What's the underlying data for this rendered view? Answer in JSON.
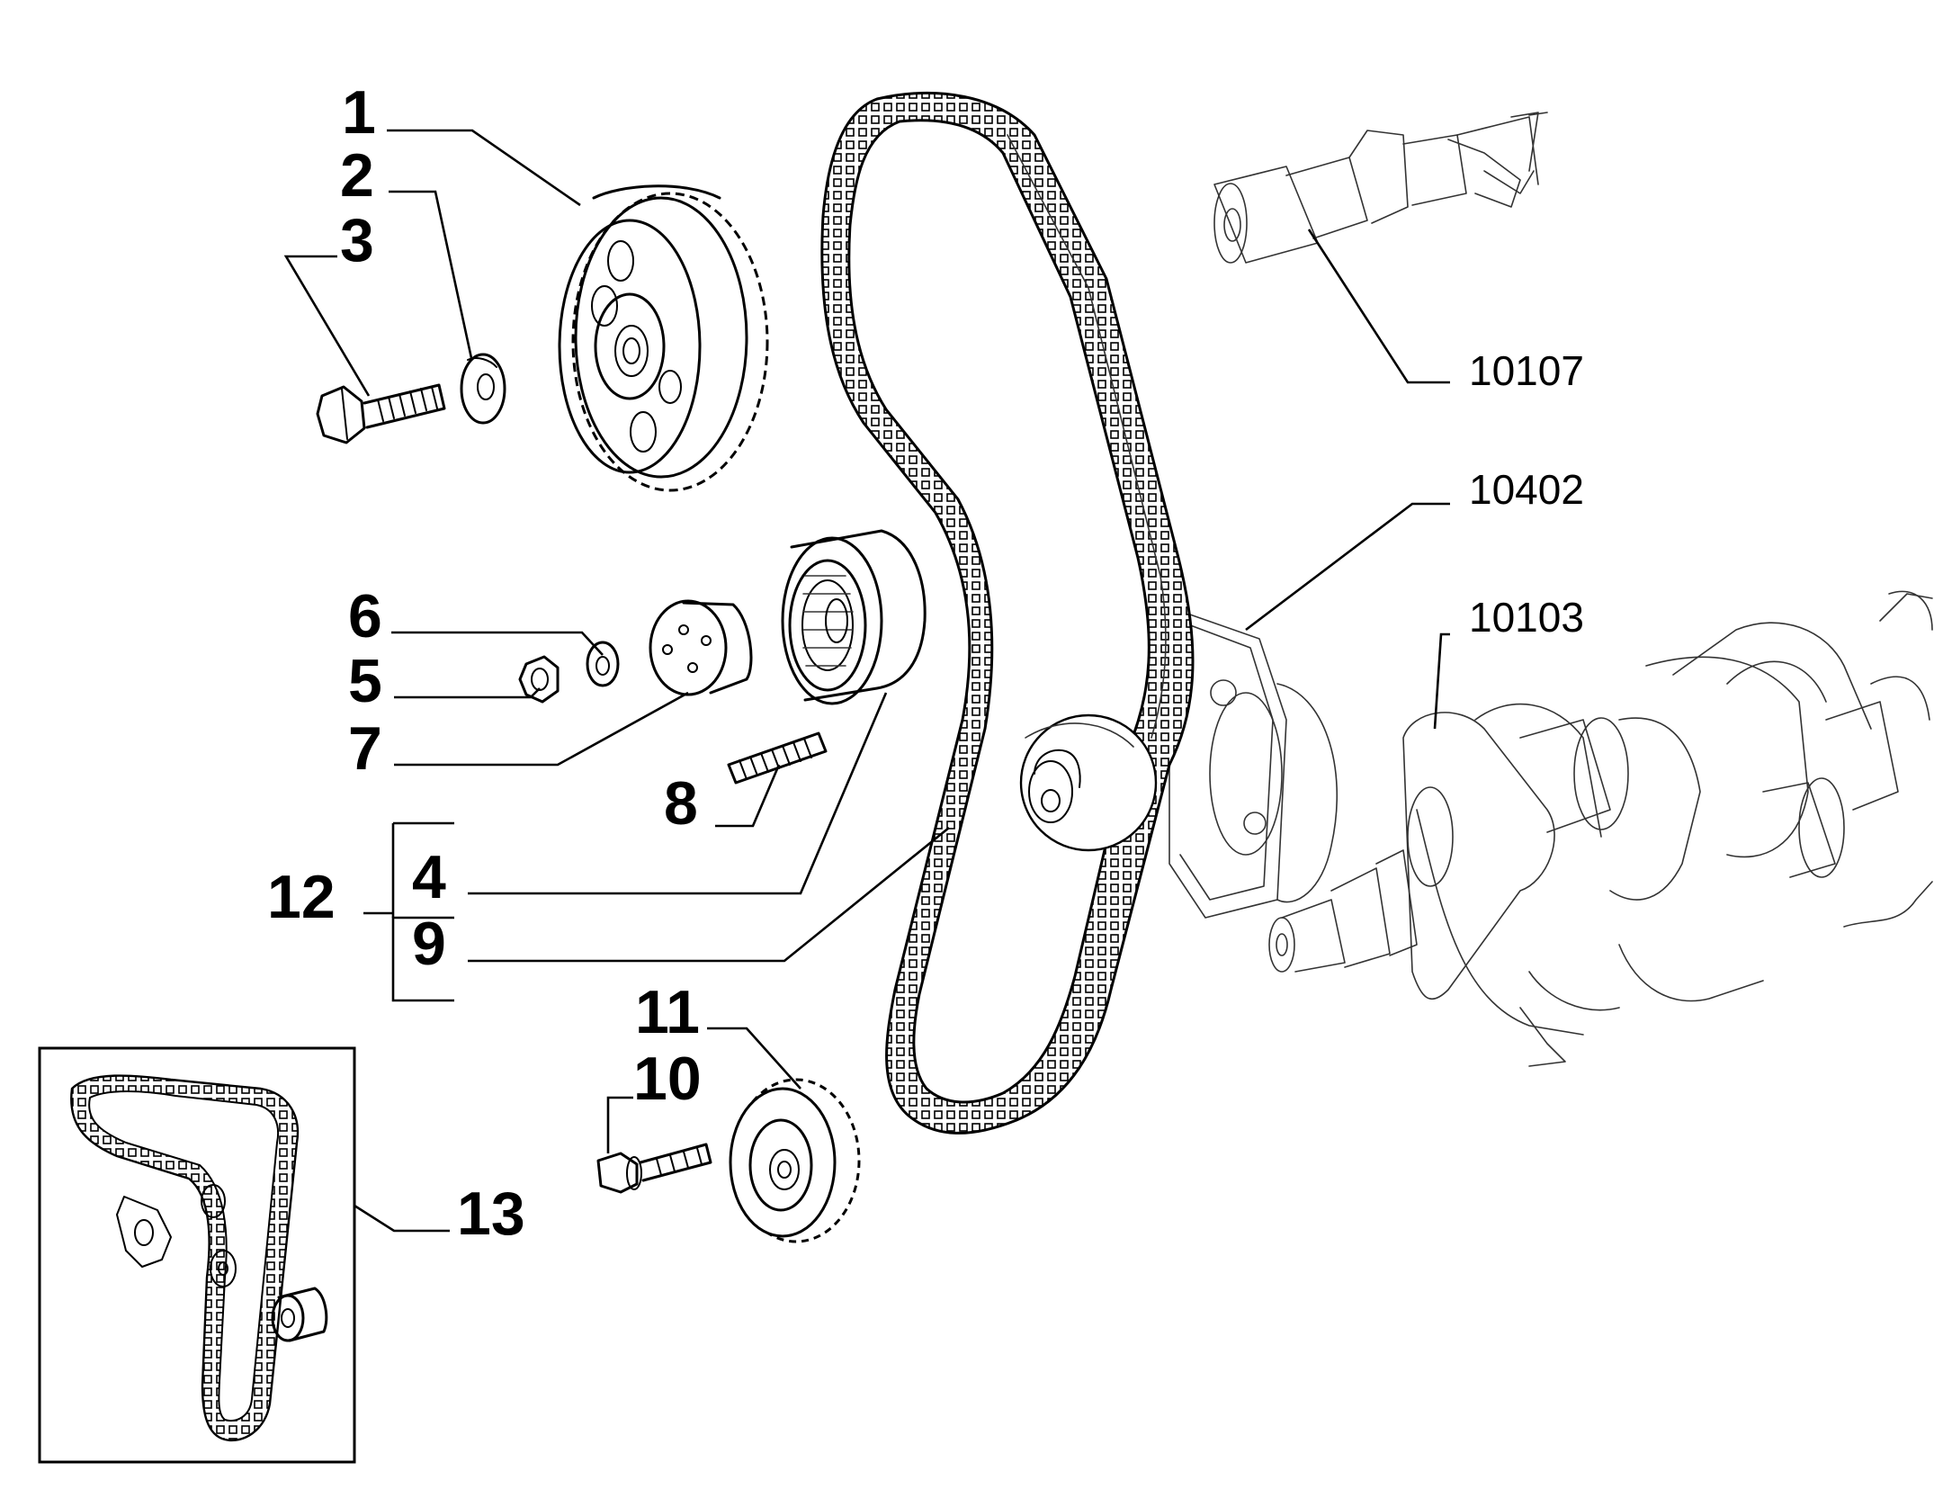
{
  "callouts": {
    "c1": "1",
    "c2": "2",
    "c3": "3",
    "c4": "4",
    "c5": "5",
    "c6": "6",
    "c7": "7",
    "c8": "8",
    "c9": "9",
    "c10": "10",
    "c11": "11",
    "c12": "12",
    "c13": "13"
  },
  "references": {
    "r10107": "10107",
    "r10402": "10402",
    "r10103": "10103"
  }
}
